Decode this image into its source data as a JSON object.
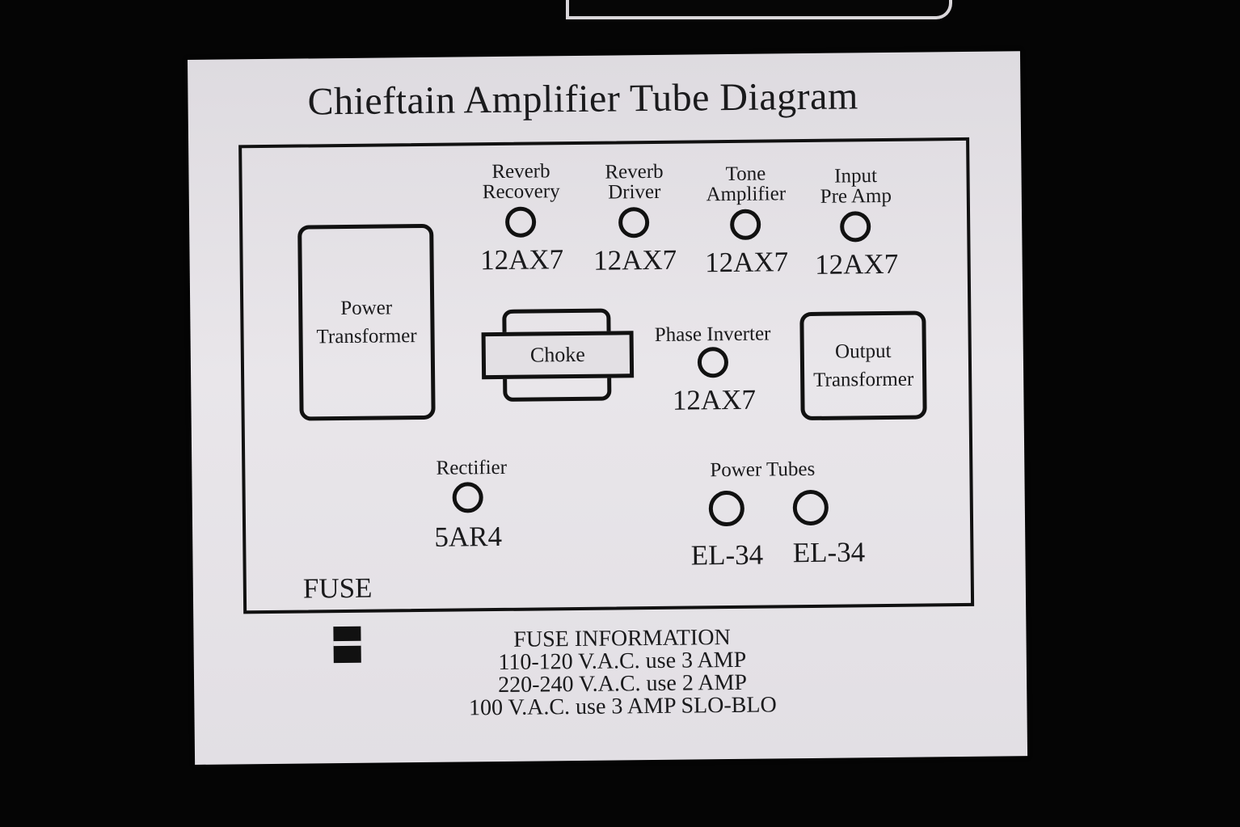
{
  "title": "Chieftain Amplifier Tube Diagram",
  "components": {
    "power_transformer": "Power\nTransformer",
    "choke": "Choke",
    "output_transformer": "Output\nTransformer",
    "fuse": "FUSE"
  },
  "preamp_tubes": [
    {
      "function": "Reverb\nRecovery",
      "type": "12AX7"
    },
    {
      "function": "Reverb\nDriver",
      "type": "12AX7"
    },
    {
      "function": "Tone\nAmplifier",
      "type": "12AX7"
    },
    {
      "function": "Input\nPre Amp",
      "type": "12AX7"
    }
  ],
  "phase_inverter": {
    "function": "Phase Inverter",
    "type": "12AX7"
  },
  "rectifier": {
    "function": "Rectifier",
    "type": "5AR4"
  },
  "power_tubes": {
    "label": "Power Tubes",
    "types": [
      "EL-34",
      "EL-34"
    ]
  },
  "fuse_information": {
    "heading": "FUSE INFORMATION",
    "lines": [
      "110-120 V.A.C. use 3 AMP",
      "220-240 V.A.C. use 2 AMP",
      "100 V.A.C. use 3 AMP SLO-BLO"
    ]
  }
}
